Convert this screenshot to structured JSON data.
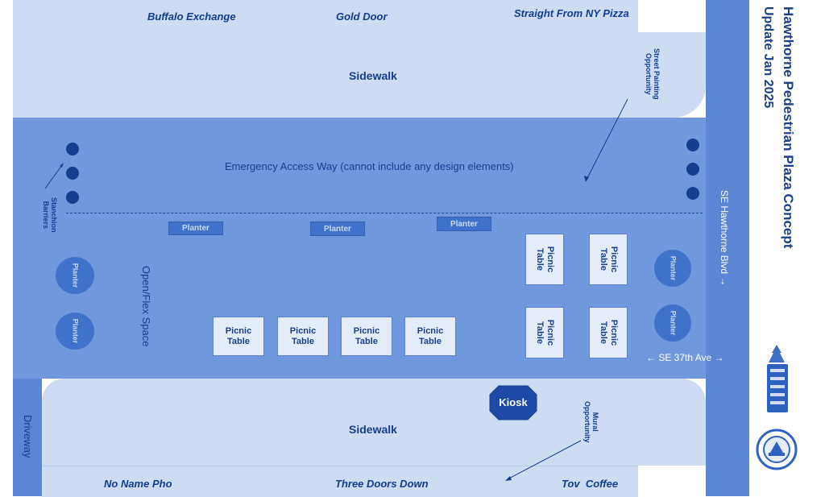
{
  "title": "Hawthorne Pedestrian Plaza Concept",
  "subtitle": "Update Jan 2025",
  "businesses_top": [
    "Buffalo Exchange",
    "Gold Door",
    "Straight From NY Pizza"
  ],
  "businesses_bottom": [
    "No Name Pho",
    "Three Doors Down",
    "Tov  Coffee"
  ],
  "sidewalk_label": "Sidewalk",
  "emergency_label": "Emergency Access Way (cannot include any design elements)",
  "street_painting": "Street Painting\nOpportunity",
  "stanchion": "Stanchion\nBarriers",
  "planter": "Planter",
  "open_flex": "Open/Flex Space",
  "picnic_table": "Picnic\nTable",
  "kiosk": "Kiosk",
  "mural": "Mural\nOpportunity",
  "driveway": "Driveway",
  "hawthorne_blvd": "SE Hawthorne Blvd →",
  "se_37th": "← SE 37th Ave →",
  "colors": {
    "road": "#6f98dd",
    "sidewalk": "#cddcf2",
    "dark": "#143f8c"
  },
  "logos": [
    "welcome-to-portland-logo",
    "portland-city-seal"
  ]
}
